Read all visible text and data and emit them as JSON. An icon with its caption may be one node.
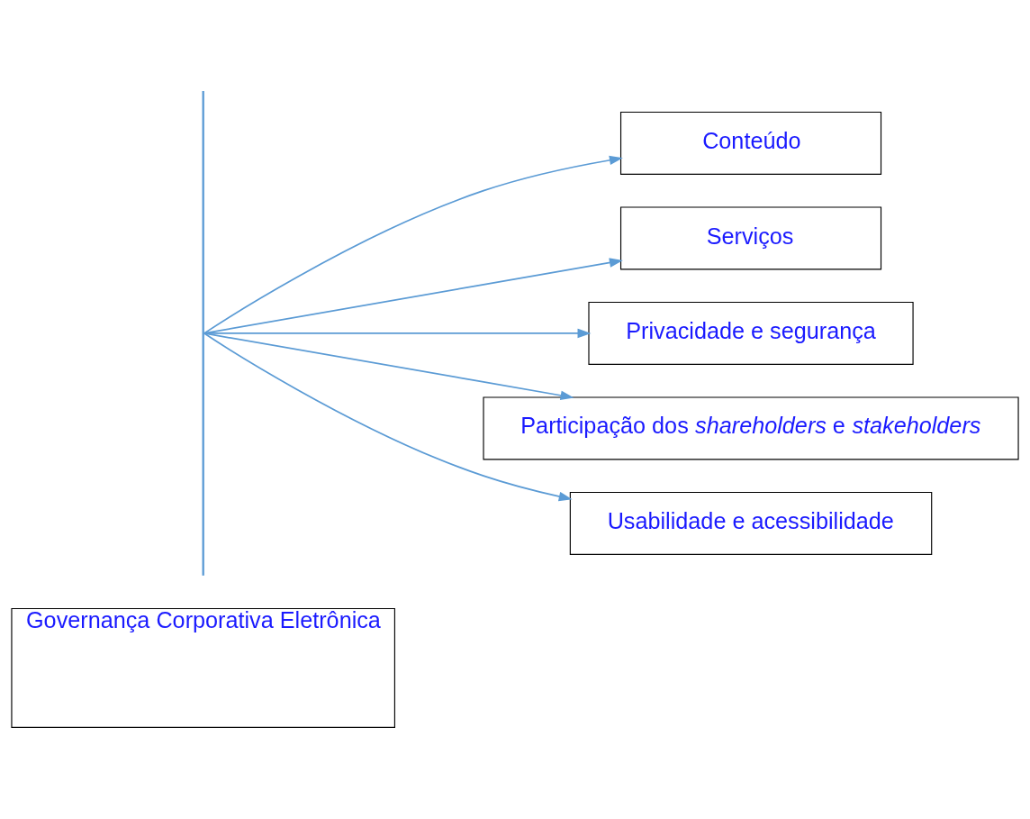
{
  "diagram": {
    "nodes": [
      {
        "text": [
          "Governança Corporativa Eletrônica"
        ]
      },
      {
        "text": [],
        "shape": "bar"
      },
      {
        "text": [
          "Conteúdo"
        ]
      },
      {
        "text": [
          "Serviços"
        ]
      },
      {
        "text": [
          "Privacidade e segurança"
        ]
      },
      {
        "text": [
          "Participação dos *shareholders* e *stakeholders*"
        ]
      },
      {
        "text": [
          "Usabilidade e acessibilidade"
        ]
      }
    ],
    "edges": [
      {
        "from": 1,
        "to": 2,
        "arrow": "to"
      },
      {
        "from": 1,
        "to": 3,
        "arrow": "to"
      },
      {
        "from": 1,
        "to": 4,
        "arrow": "to"
      },
      {
        "from": 1,
        "to": 5,
        "arrow": "to"
      },
      {
        "from": 1,
        "to": 6,
        "arrow": "to"
      }
    ]
  }
}
